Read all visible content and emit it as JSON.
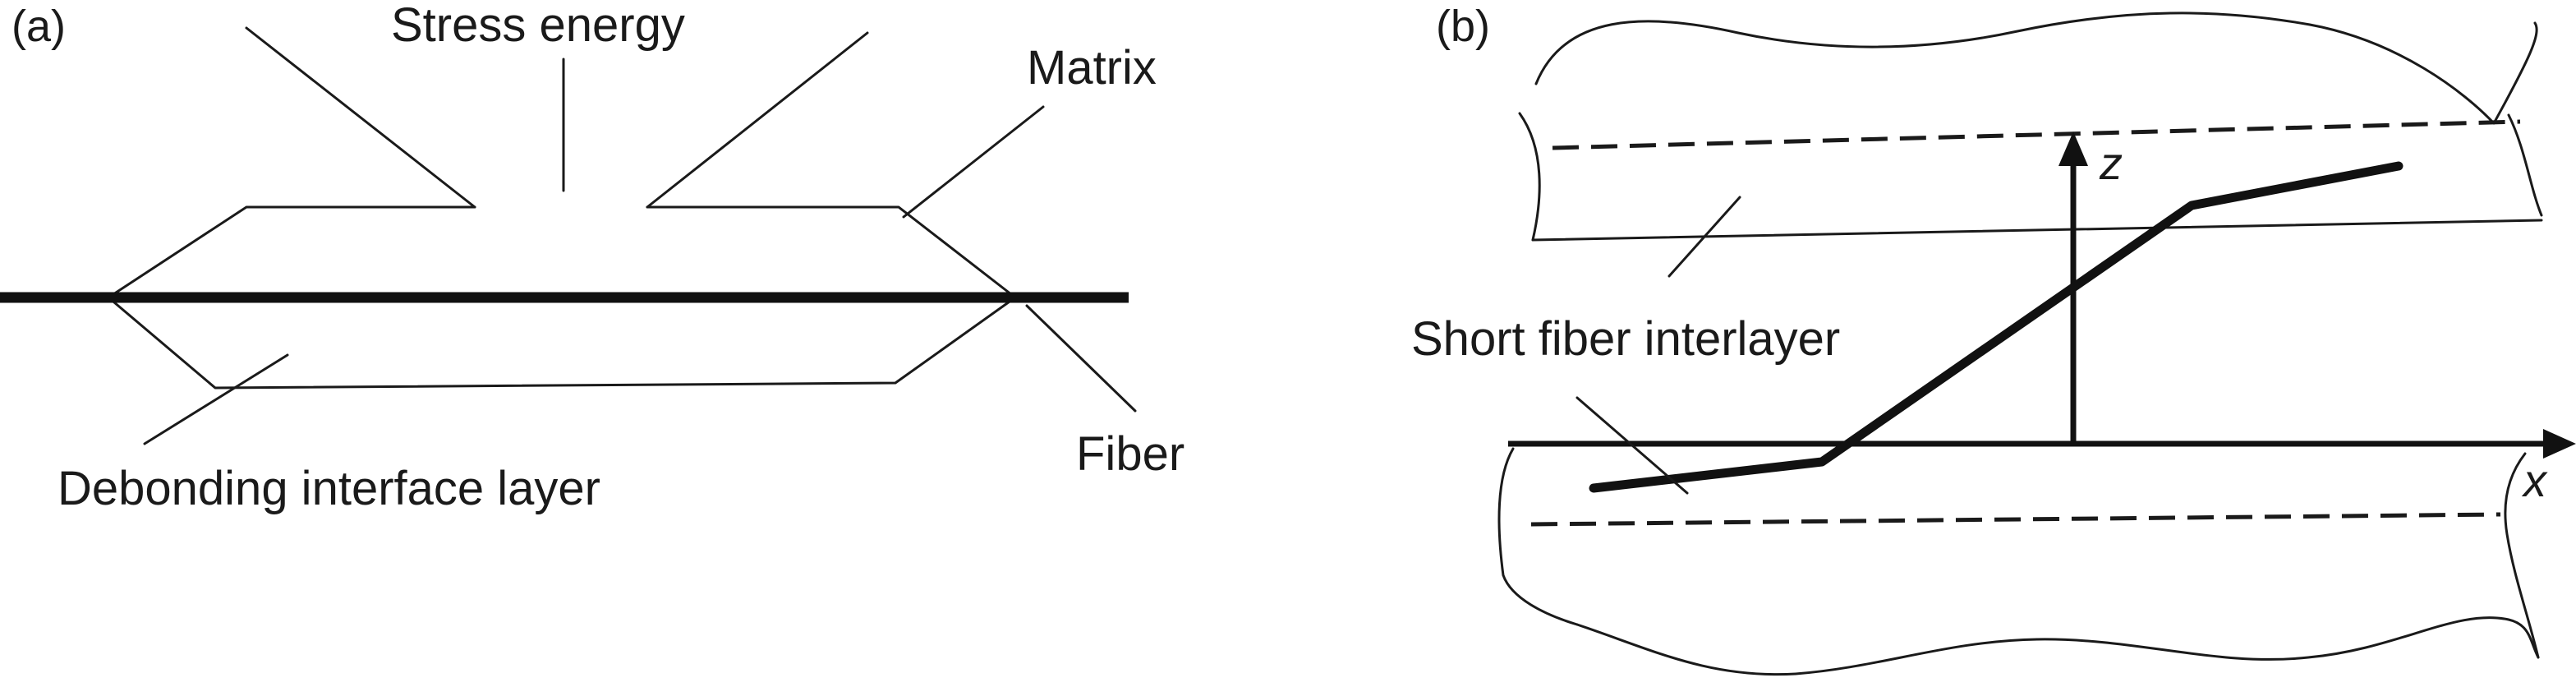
{
  "panel_a": {
    "label": "(a)",
    "labels": {
      "stress_energy": "Stress energy",
      "matrix": "Matrix",
      "fiber": "Fiber",
      "debonding_layer": "Debonding interface layer"
    }
  },
  "panel_b": {
    "label": "(b)",
    "labels": {
      "short_fiber_interlayer": "Short fiber interlayer",
      "axis_z": "z",
      "axis_x": "x"
    }
  }
}
